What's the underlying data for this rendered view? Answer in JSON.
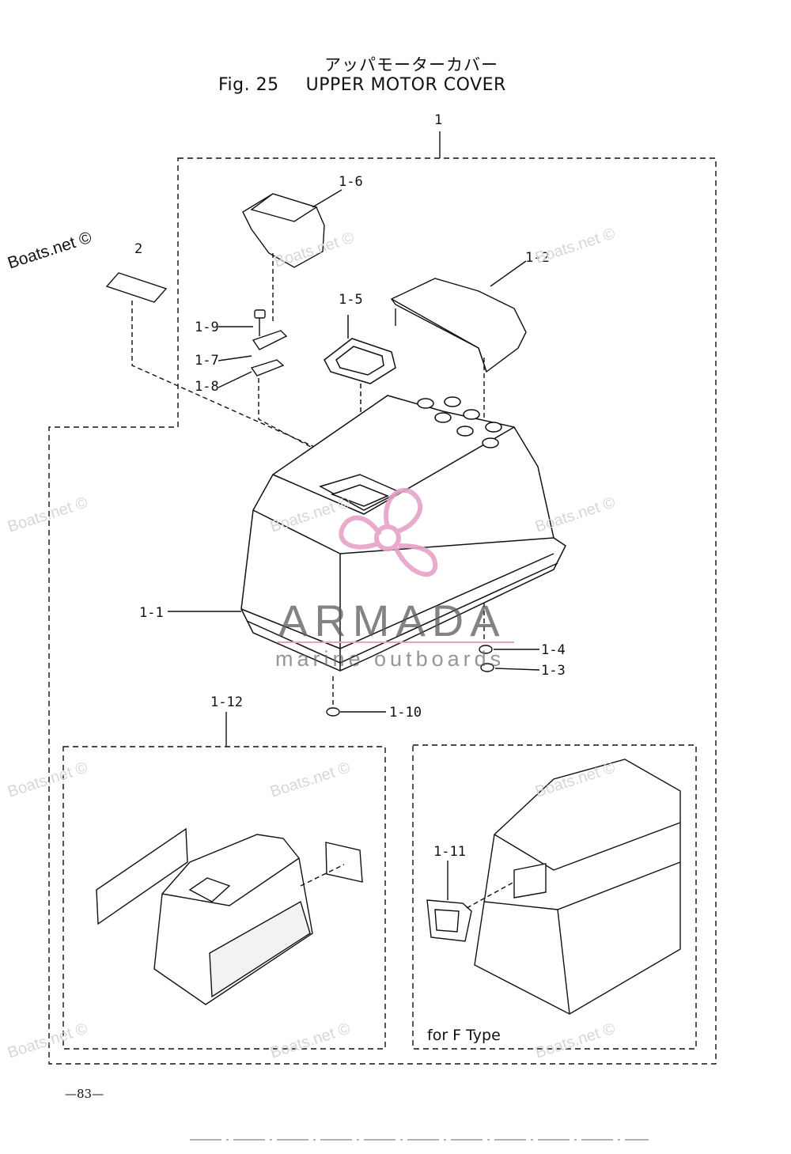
{
  "figure": {
    "title_jp": "アッパモーターカバー",
    "fig_no": "Fig. 25",
    "title_en": "UPPER MOTOR COVER"
  },
  "callouts": {
    "c1": "1",
    "c2": "2",
    "c1_1": "1-1",
    "c1_2": "1-2",
    "c1_3": "1-3",
    "c1_4": "1-4",
    "c1_5": "1-5",
    "c1_6": "1-6",
    "c1_7": "1-7",
    "c1_8": "1-8",
    "c1_9": "1-9",
    "c1_10": "1-10",
    "c1_11": "1-11",
    "c1_12": "1-12"
  },
  "inset_note": "for F Type",
  "page_number": "—83—",
  "watermark": {
    "text": "Boats.net ©",
    "logo_main": "ARMADA",
    "logo_sub": "marine outboards",
    "logo_color": "#e6a3c8"
  }
}
